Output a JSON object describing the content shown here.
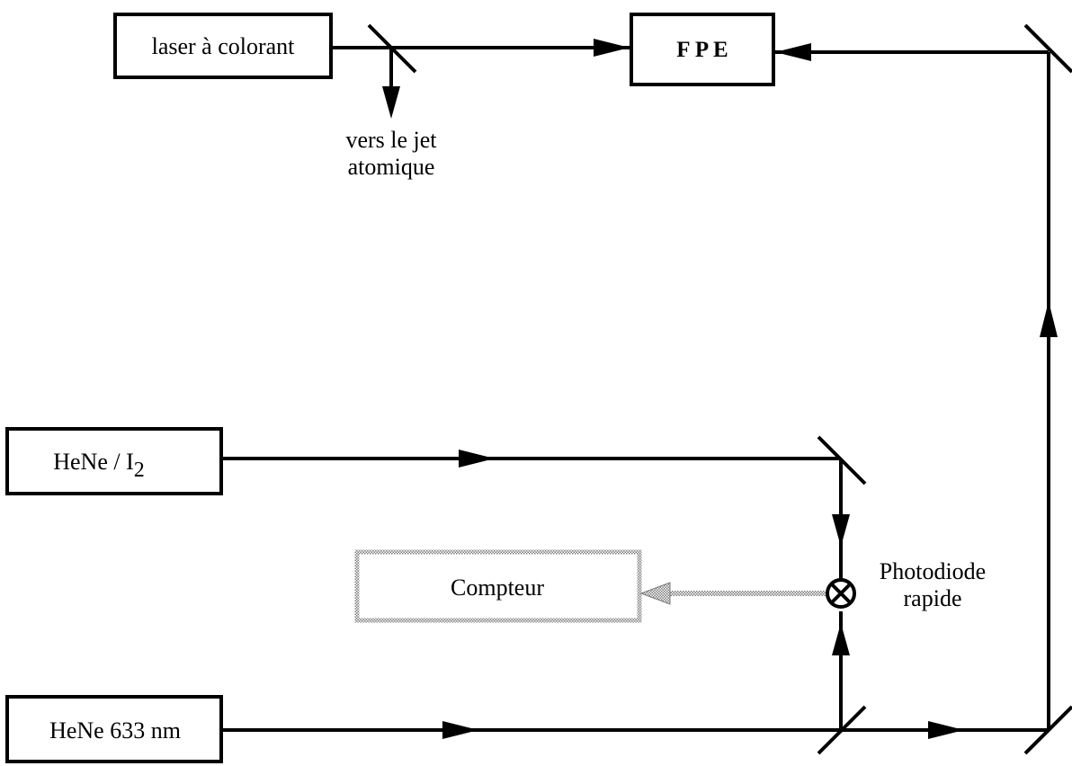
{
  "boxes": {
    "dye_laser": "laser à colorant",
    "fpe": "F P E",
    "hene_i2": "HeNe / I",
    "hene_i2_sub": "2",
    "counter": "Compteur",
    "hene_633": "HeNe 633 nm"
  },
  "labels": {
    "atomic_jet_line1": "vers le jet",
    "atomic_jet_line2": "atomique",
    "photodiode_line1": "Photodiode",
    "photodiode_line2": "rapide"
  },
  "colors": {
    "ink": "#000000",
    "counter_gray": "#9a9a9a"
  }
}
